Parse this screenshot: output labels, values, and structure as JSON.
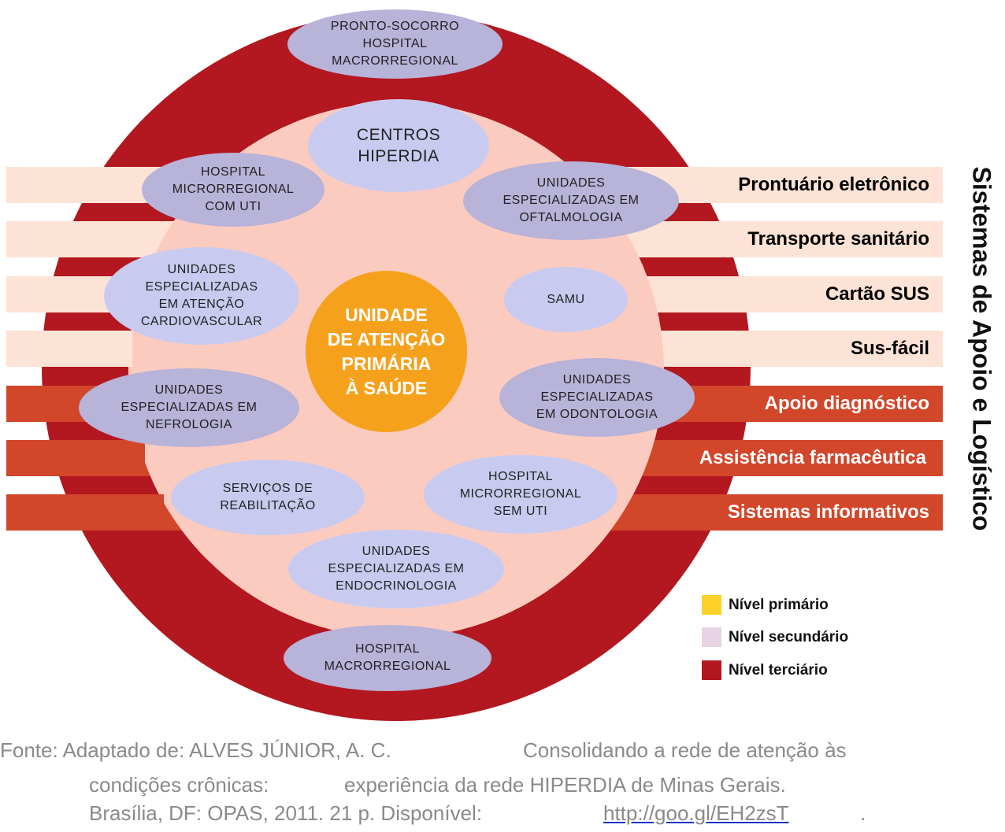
{
  "colors": {
    "outer_ring": "#b3171f",
    "inner_disc": "#fccbc0",
    "support_band_light": "#fde3d6",
    "support_band_dark": "#d2462a",
    "node_dark": "#b7b3d9",
    "node_light": "#c8cbef",
    "primary_center": "#f6a11b",
    "legend_primary": "#fcd12a",
    "legend_secondary": "#e8d3e4",
    "legend_tertiary": "#b3171f"
  },
  "support_systems": {
    "title": "Sistemas de Apoio e Logístico",
    "bands": [
      {
        "label": "Prontuário eletrônico"
      },
      {
        "label": "Transporte sanitário"
      },
      {
        "label": "Cartão SUS"
      },
      {
        "label": "Sus-fácil"
      },
      {
        "label": "Apoio diagnóstico"
      },
      {
        "label": "Assistência farmacêutica"
      },
      {
        "label": "Sistemas informativos"
      }
    ]
  },
  "nodes": {
    "pronto_socorro": "PRONTO-SOCORRO\nHOSPITAL\nMACRORREGIONAL",
    "centros_hiperdia": "CENTROS\nHIPERDIA",
    "hospital_micro_com_uti": "HOSPITAL\nMICRORREGIONAL\nCOM UTI",
    "oftalmologia": "UNIDADES\nESPECIALIZADAS EM\nOFTALMOLOGIA",
    "cardiovascular": "UNIDADES\nESPECIALIZADAS\nEM ATENÇÃO\nCARDIOVASCULAR",
    "samu": "SAMU",
    "nefrologia": "UNIDADES\nESPECIALIZADAS EM\nNEFROLOGIA",
    "odontologia": "UNIDADES\nESPECIALIZADAS\nEM ODONTOLOGIA",
    "reabilitacao": "SERVIÇOS DE\nREABILITAÇÃO",
    "hospital_micro_sem_uti": "HOSPITAL\nMICRORREGIONAL\nSEM UTI",
    "endocrinologia": "UNIDADES\nESPECIALIZADAS EM\nENDOCRINOLOGIA",
    "hospital_macro": "HOSPITAL\nMACRORREGIONAL",
    "primary_care": "UNIDADE\nDE ATENÇÃO\nPRIMÁRIA\nÀ SAÚDE"
  },
  "legend": [
    {
      "label": "Nível primário"
    },
    {
      "label": "Nível secundário"
    },
    {
      "label": "Nível terciário"
    }
  ],
  "source": {
    "line1_part1": "Fonte: Adaptado de: ALVES JÚNIOR, A. C.",
    "line1_part2": "Consolidando a rede de atenção às",
    "line2_part1": "condições crônicas:",
    "line2_part2": "experiência da rede HIPERDIA de Minas Gerais.",
    "line3_part1": "Brasília, DF: OPAS, 2011. 21 p. Disponível:",
    "line3_link": "http://goo.gl/EH2zsT",
    "line3_end": "."
  }
}
